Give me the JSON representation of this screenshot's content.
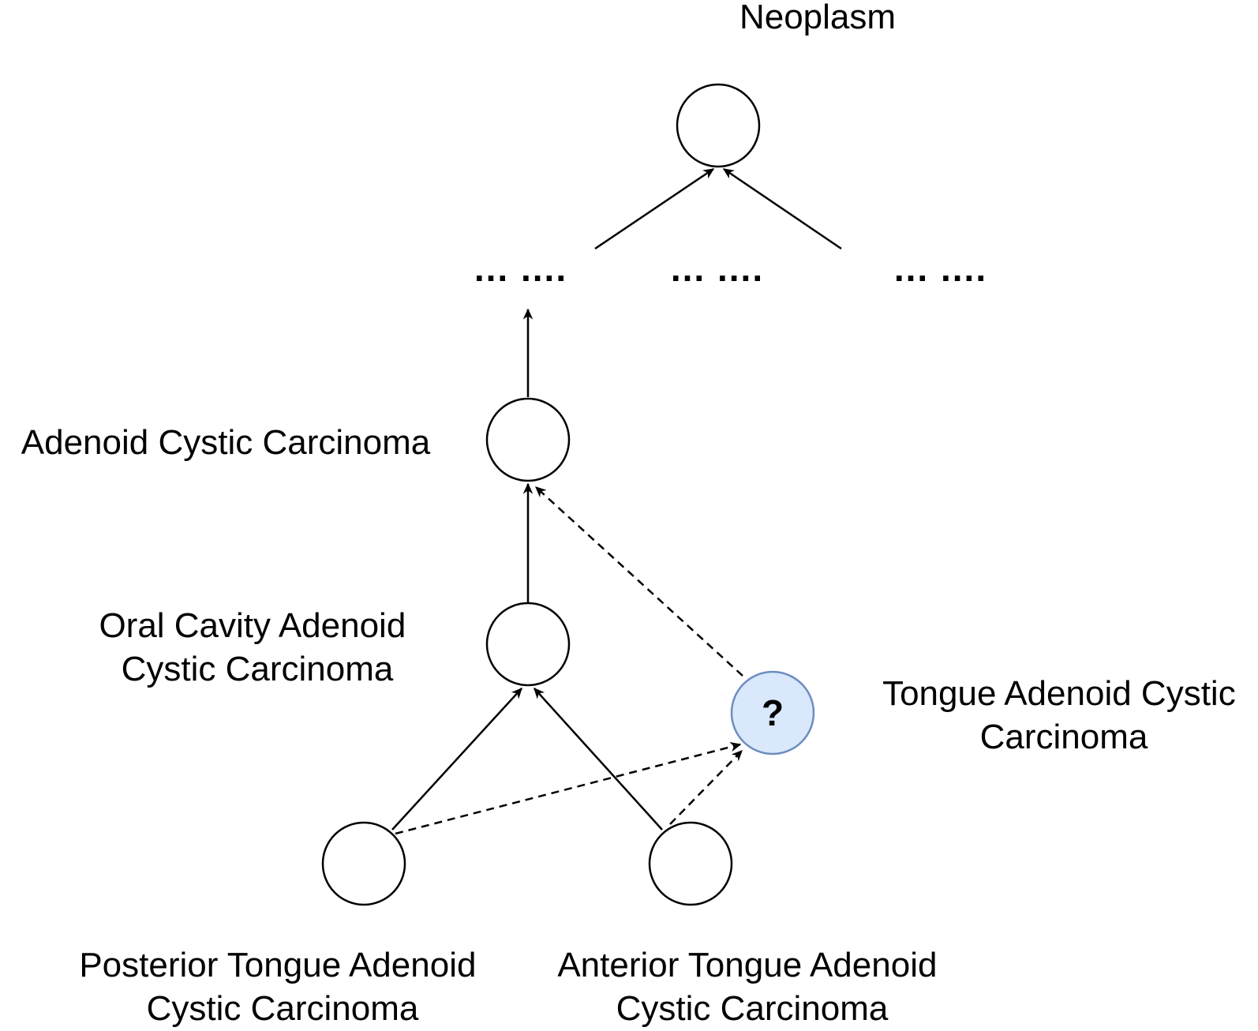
{
  "colors": {
    "node_fill": "#ffffff",
    "node_stroke": "#000000",
    "query_fill": "#dae8fc",
    "query_stroke": "#6c8ebf",
    "edge": "#000000"
  },
  "labels": {
    "neoplasm": "Neoplasm",
    "adenoid_cystic_carcinoma": "Adenoid Cystic Carcinoma",
    "oral_cavity": [
      "Oral Cavity Adenoid",
      "Cystic Carcinoma"
    ],
    "tongue": [
      "Tongue Adenoid Cystic",
      "Carcinoma"
    ],
    "posterior_tongue": [
      "Posterior Tongue Adenoid",
      "Cystic Carcinoma"
    ],
    "anterior_tongue": [
      "Anterior Tongue Adenoid",
      "Cystic Carcinoma"
    ],
    "ellipsis": [
      "... ....",
      "... ....",
      "... ...."
    ],
    "query_mark": "?"
  },
  "edges": [
    {
      "from": "adenoid",
      "to": "ellipsis-1",
      "style": "solid"
    },
    {
      "from": "ellipsis-1",
      "to": "neoplasm",
      "style": "solid"
    },
    {
      "from": "ellipsis-3",
      "to": "neoplasm",
      "style": "solid"
    },
    {
      "from": "oral-cavity",
      "to": "adenoid",
      "style": "solid"
    },
    {
      "from": "posterior-tongue",
      "to": "oral-cavity",
      "style": "solid"
    },
    {
      "from": "anterior-tongue",
      "to": "oral-cavity",
      "style": "solid"
    },
    {
      "from": "tongue",
      "to": "adenoid",
      "style": "dashed"
    },
    {
      "from": "posterior-tongue",
      "to": "tongue",
      "style": "dashed"
    },
    {
      "from": "anterior-tongue",
      "to": "tongue",
      "style": "dashed"
    }
  ]
}
